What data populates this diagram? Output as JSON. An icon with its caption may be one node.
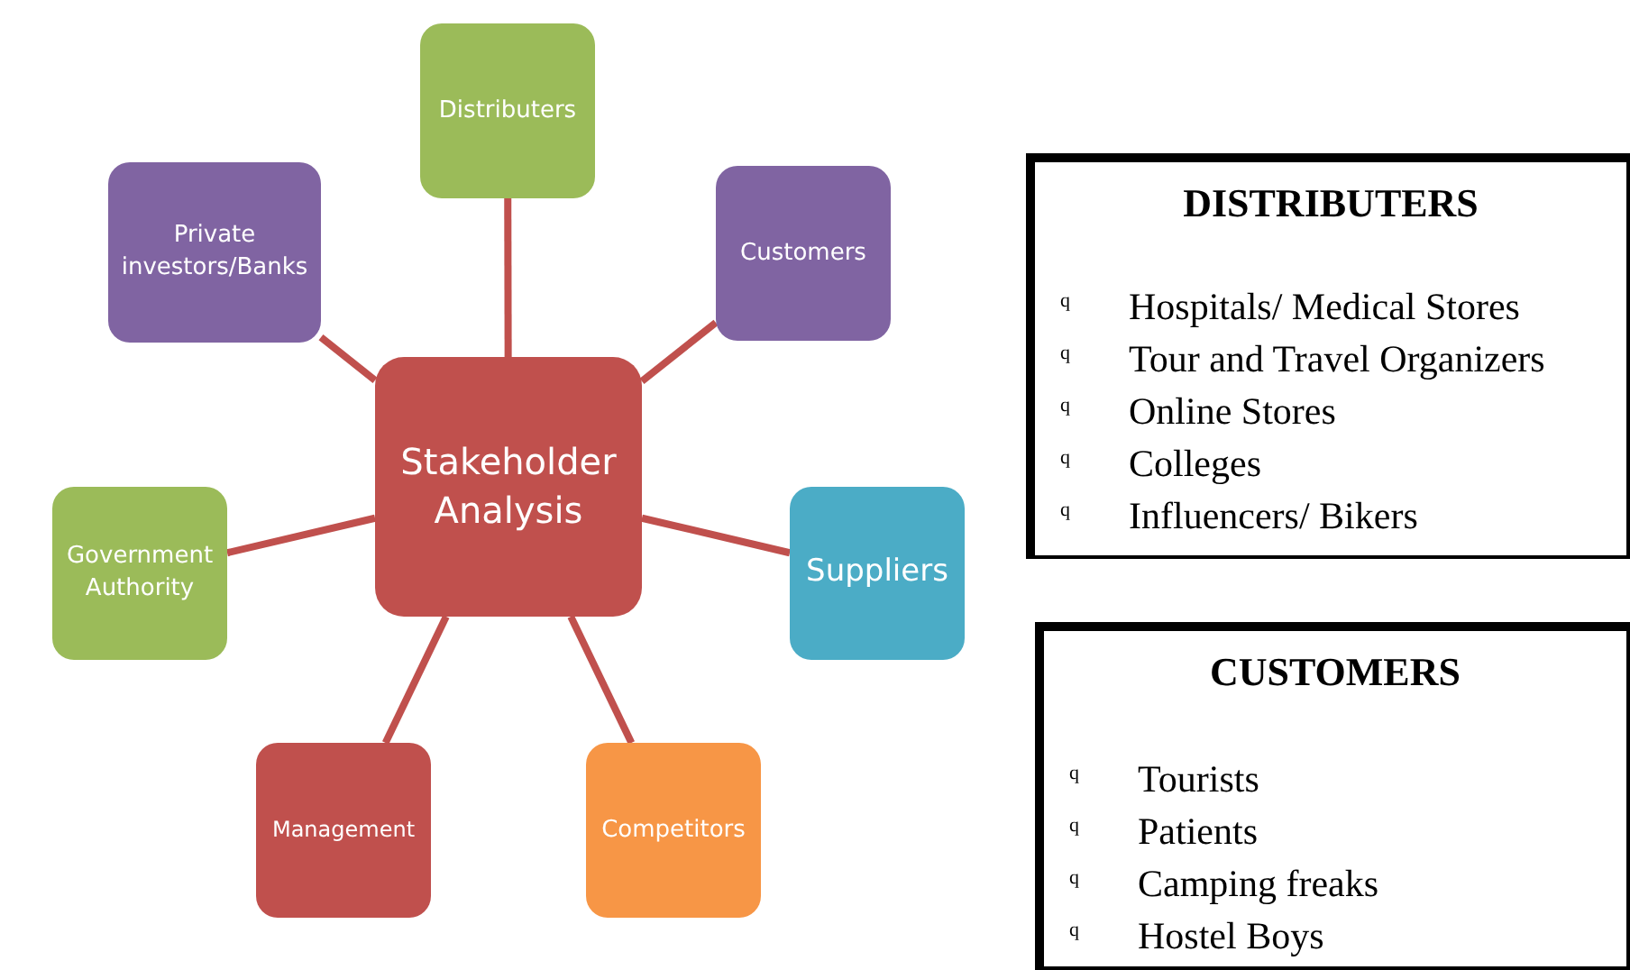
{
  "diagram": {
    "nodes": [
      {
        "text": [
          "Stakeholder Analysis"
        ]
      },
      {
        "text": [
          "Distributers"
        ]
      },
      {
        "text": [
          "Customers"
        ]
      },
      {
        "text": [
          "Suppliers"
        ]
      },
      {
        "text": [
          "Competitors"
        ]
      },
      {
        "text": [
          "Management"
        ]
      },
      {
        "text": [
          "Government Authority"
        ]
      },
      {
        "text": [
          "Private investors/Banks"
        ]
      },
      {
        "text": [
          "DISTRIBUTERS",
          "Hospitals/ Medical Stores",
          "Tour and Travel Organizers",
          "Online Stores",
          "Colleges",
          "Influencers/ Bikers"
        ]
      },
      {
        "text": [
          "CUSTOMERS",
          "Tourists",
          "Patients",
          "Camping freaks",
          "Hostel Boys"
        ]
      }
    ],
    "edges": [
      {
        "from": 0,
        "to": 1,
        "arrow": "none"
      },
      {
        "from": 0,
        "to": 2,
        "arrow": "none"
      },
      {
        "from": 0,
        "to": 3,
        "arrow": "none"
      },
      {
        "from": 0,
        "to": 4,
        "arrow": "none"
      },
      {
        "from": 0,
        "to": 5,
        "arrow": "none"
      },
      {
        "from": 0,
        "to": 6,
        "arrow": "none"
      },
      {
        "from": 0,
        "to": 7,
        "arrow": "none"
      }
    ],
    "labels": [
      "q",
      "q",
      "q",
      "q",
      "q",
      "q",
      "q",
      "q",
      "q"
    ]
  }
}
